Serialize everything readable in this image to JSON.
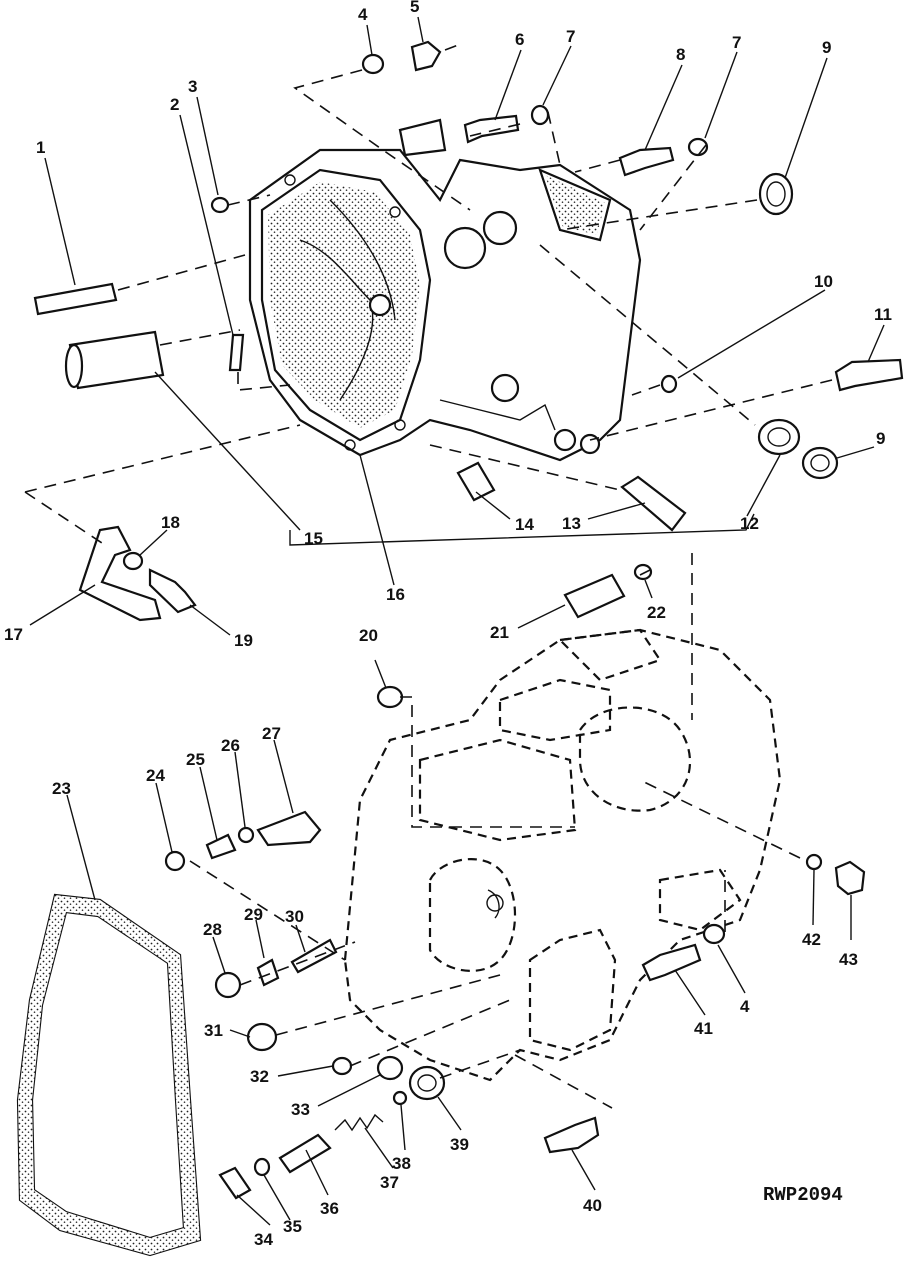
{
  "figure_code": "RWP2094",
  "callouts": [
    {
      "id": "c1",
      "text": "1"
    },
    {
      "id": "c2",
      "text": "2"
    },
    {
      "id": "c3",
      "text": "3"
    },
    {
      "id": "c4",
      "text": "4"
    },
    {
      "id": "c5",
      "text": "5"
    },
    {
      "id": "c6",
      "text": "6"
    },
    {
      "id": "c7a",
      "text": "7"
    },
    {
      "id": "c8",
      "text": "8"
    },
    {
      "id": "c7b",
      "text": "7"
    },
    {
      "id": "c9a",
      "text": "9"
    },
    {
      "id": "c10",
      "text": "10"
    },
    {
      "id": "c11",
      "text": "11"
    },
    {
      "id": "c9b",
      "text": "9"
    },
    {
      "id": "c12",
      "text": "12"
    },
    {
      "id": "c13",
      "text": "13"
    },
    {
      "id": "c14",
      "text": "14"
    },
    {
      "id": "c15",
      "text": "15"
    },
    {
      "id": "c16",
      "text": "16"
    },
    {
      "id": "c17",
      "text": "17"
    },
    {
      "id": "c18",
      "text": "18"
    },
    {
      "id": "c19",
      "text": "19"
    },
    {
      "id": "c20",
      "text": "20"
    },
    {
      "id": "c21",
      "text": "21"
    },
    {
      "id": "c22",
      "text": "22"
    },
    {
      "id": "c23",
      "text": "23"
    },
    {
      "id": "c24",
      "text": "24"
    },
    {
      "id": "c25",
      "text": "25"
    },
    {
      "id": "c26",
      "text": "26"
    },
    {
      "id": "c27",
      "text": "27"
    },
    {
      "id": "c28",
      "text": "28"
    },
    {
      "id": "c29",
      "text": "29"
    },
    {
      "id": "c30",
      "text": "30"
    },
    {
      "id": "c31",
      "text": "31"
    },
    {
      "id": "c32",
      "text": "32"
    },
    {
      "id": "c33",
      "text": "33"
    },
    {
      "id": "c34",
      "text": "34"
    },
    {
      "id": "c35",
      "text": "35"
    },
    {
      "id": "c36",
      "text": "36"
    },
    {
      "id": "c37",
      "text": "37"
    },
    {
      "id": "c38",
      "text": "38"
    },
    {
      "id": "c39",
      "text": "39"
    },
    {
      "id": "c40",
      "text": "40"
    },
    {
      "id": "c41",
      "text": "41"
    },
    {
      "id": "c4b",
      "text": "4"
    },
    {
      "id": "c42",
      "text": "42"
    },
    {
      "id": "c43",
      "text": "43"
    }
  ]
}
